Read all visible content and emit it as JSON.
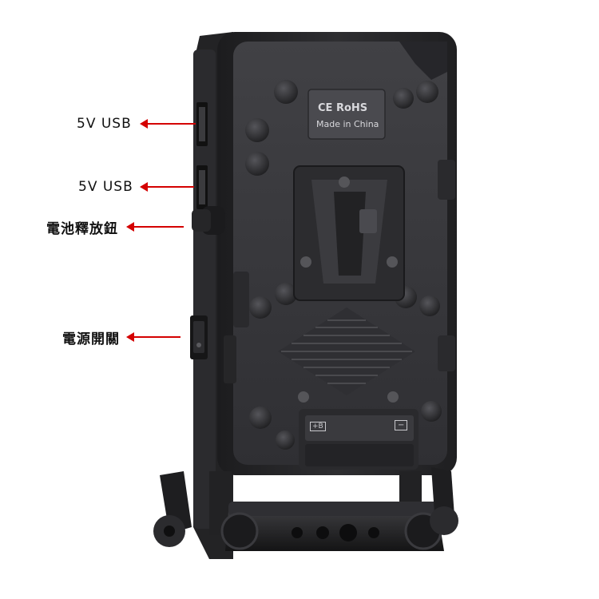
{
  "callouts": [
    {
      "id": "usb-1",
      "text": "5V USB"
    },
    {
      "id": "usb-2",
      "text": "5V USB"
    },
    {
      "id": "battery-release",
      "text": "電池釋放鈕"
    },
    {
      "id": "power-switch",
      "text": "電源開關"
    }
  ],
  "plate": {
    "marking_line1": "CE RoHS",
    "marking_line2": "Made in China",
    "connector_left": "+B",
    "connector_right": "−"
  },
  "colors": {
    "arrow": "#d40000",
    "body": "#2a2a2c",
    "plate": "#3a3a3d",
    "background": "#ffffff"
  }
}
